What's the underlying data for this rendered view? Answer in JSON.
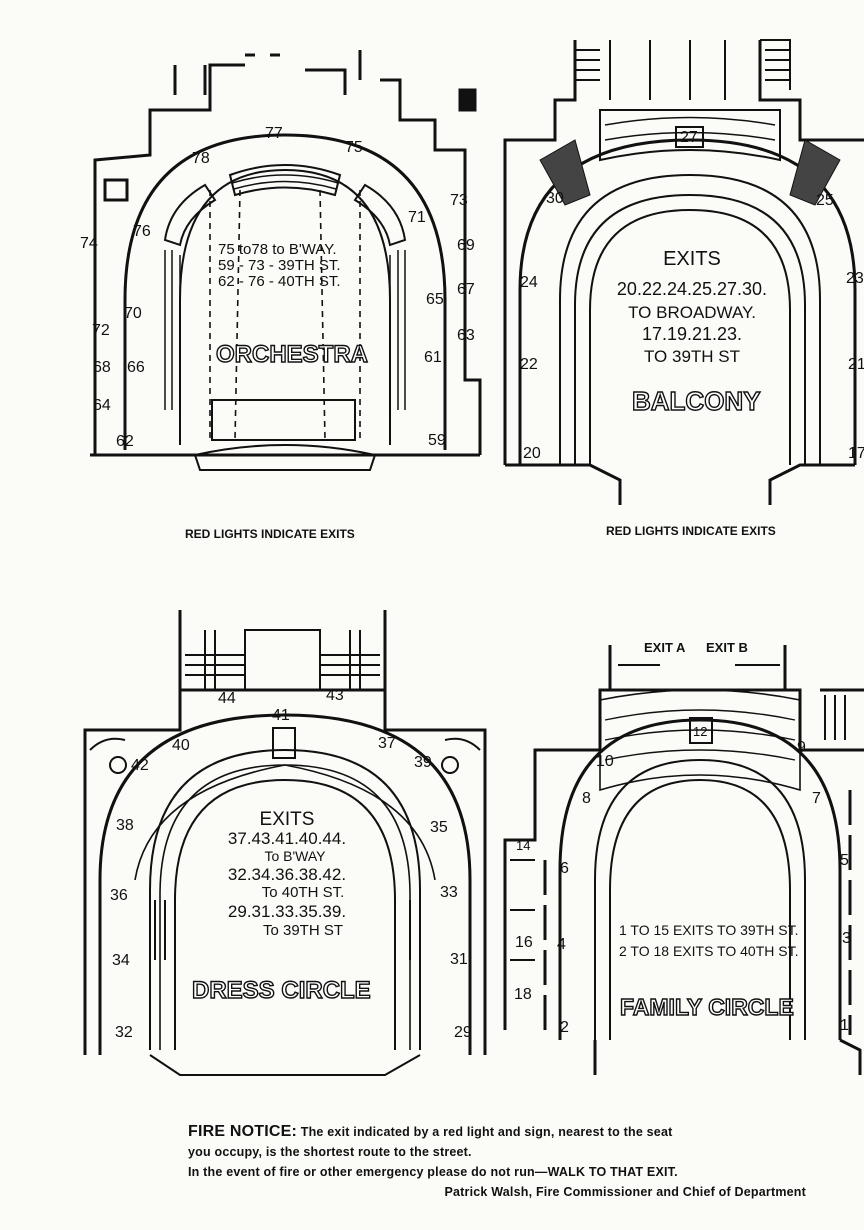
{
  "orchestra": {
    "title": "ORCHESTRA",
    "caption": "RED LIGHTS INDICATE EXITS",
    "exits": [
      "75 to78 to B'WAY.",
      "59 - 73 - 39TH ST.",
      "62 - 76 - 40TH ST."
    ],
    "numbers": [
      "77",
      "75",
      "78",
      "73",
      "71",
      "76",
      "74",
      "69",
      "67",
      "70",
      "65",
      "72",
      "63",
      "68",
      "66",
      "61",
      "64",
      "62",
      "59"
    ]
  },
  "balcony": {
    "title": "BALCONY",
    "caption": "RED LIGHTS INDICATE EXITS",
    "exits_heading": "EXITS",
    "exits": [
      "20.22.24.25.27.30.",
      "TO BROADWAY.",
      "17.19.21.23.",
      "TO 39TH ST"
    ],
    "numbers": [
      "27",
      "30",
      "25",
      "24",
      "23",
      "22",
      "21",
      "20",
      "17"
    ]
  },
  "dress_circle": {
    "title": "DRESS CIRCLE",
    "exits_heading": "EXITS",
    "exits": [
      "37.43.41.40.44.",
      "To B'WAY",
      "32.34.36.38.42.",
      "To 40TH ST.",
      "29.31.33.35.39.",
      "To 39TH ST"
    ],
    "numbers": [
      "44",
      "43",
      "41",
      "40",
      "37",
      "42",
      "39",
      "38",
      "35",
      "36",
      "33",
      "34",
      "31",
      "32",
      "29"
    ]
  },
  "family_circle": {
    "title": "FAMILY CIRCLE",
    "exit_labels": [
      "EXIT A",
      "EXIT B"
    ],
    "exits": [
      "1 TO 15 EXITS TO 39TH ST.",
      "2 TO 18 EXITS TO 40TH ST."
    ],
    "numbers": [
      "12",
      "10",
      "9",
      "8",
      "7",
      "14",
      "6",
      "5",
      "16",
      "4",
      "3",
      "18",
      "2",
      "1"
    ]
  },
  "notice": {
    "heading": "FIRE NOTICE:",
    "line1": "The exit indicated by a red light and sign, nearest to the seat",
    "line2": "you occupy, is the shortest route to the street.",
    "line3": "In the event of fire or other emergency please do not run—WALK TO THAT EXIT.",
    "signature": "Patrick Walsh, Fire Commissioner and Chief of Department"
  }
}
